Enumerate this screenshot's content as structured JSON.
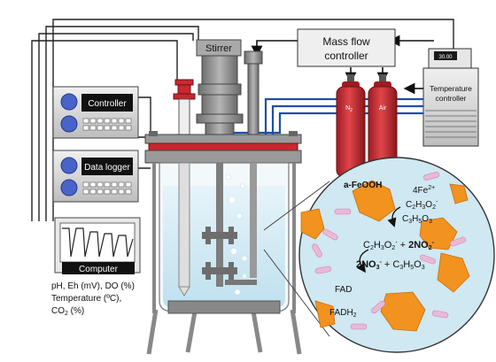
{
  "labels": {
    "stirrer": "Stirrer",
    "mass_flow_line1": "Mass flow",
    "mass_flow_line2": "controller",
    "temp_display": "30.00",
    "temp_ctrl_line1": "Temperature",
    "temp_ctrl_line2": "controller",
    "n2": "N",
    "n2_sub": "2",
    "air": "Air",
    "controller": "Controller",
    "data_logger": "Data logger",
    "computer": "Computer",
    "meas_line1": "pH, Eh (mV), DO (%)",
    "meas_line2": "Temperature (ºC),",
    "meas_line3_a": "CO",
    "meas_line3_sub": "2",
    "meas_line3_b": " (%)"
  },
  "chemistry": {
    "feooh": "a-FeOOH",
    "fe2": "4Fe",
    "fe2_sup": "2+",
    "lactate_a": "C",
    "lactate_sub1": "2",
    "lactate_b": "H",
    "lactate_sub2": "3",
    "lactate_c": "O",
    "lactate_sub3": "2",
    "lactate_sup": "-",
    "pyruvate_a": "C",
    "pyruvate_sub1": "3",
    "pyruvate_b": "H",
    "pyruvate_sub2": "5",
    "pyruvate_c": "O",
    "pyruvate_sub3": "3",
    "eq1_a": "C",
    "eq1_s1": "2",
    "eq1_b": "H",
    "eq1_s2": "3",
    "eq1_c": "O",
    "eq1_s3": "2",
    "eq1_sup": "-",
    "eq1_plus": " + ",
    "eq1_no2": "2NO",
    "eq1_no2_sub": "2",
    "eq1_no2_sup": "-",
    "eq2_no3": "2NO",
    "eq2_no3_sub": "3",
    "eq2_no3_sup": "-",
    "eq2_plus": " + ",
    "eq2_a": "C",
    "eq2_s1": "3",
    "eq2_b": "H",
    "eq2_s2": "5",
    "eq2_c": "O",
    "eq2_s3": "3",
    "fad": "FAD",
    "fadh": "FADH",
    "fadh_sub": "2"
  },
  "colors": {
    "liquid": "#cfe8f2",
    "orange_particle": "#f2921f",
    "pink_bacteria": "#ebb8d6",
    "gas_cylinder": "#c8282e",
    "gas_line_blue": "#1f4fa8",
    "metal": "#8c8c8c",
    "device_body": "#d9d9d9",
    "dial_blue": "#4a63c9"
  }
}
